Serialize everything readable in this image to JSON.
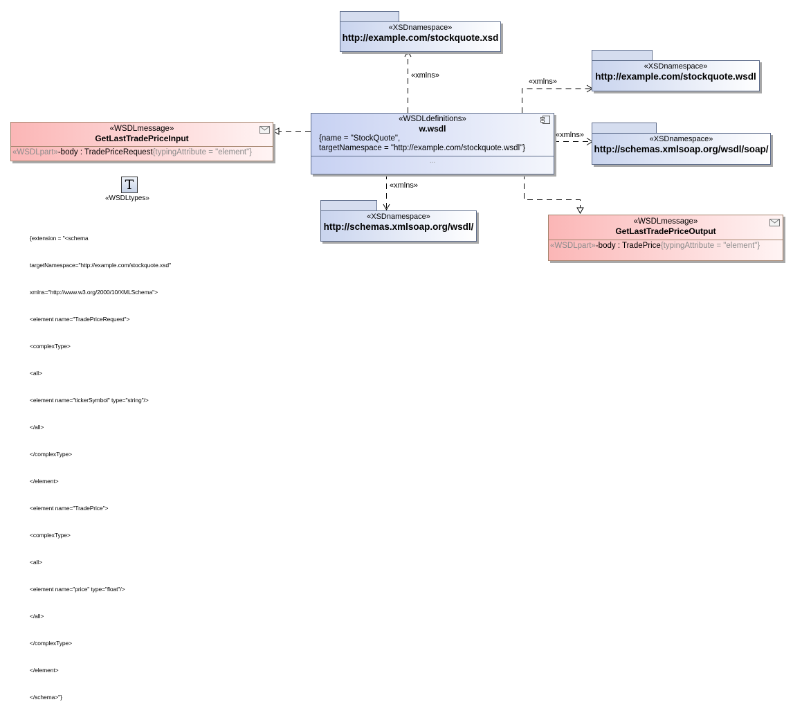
{
  "diagram": {
    "definitions": {
      "stereotype": "«WSDLdefinitions»",
      "name": "w.wsdl",
      "properties": [
        "{name = \"StockQuote\",",
        "targetNamespace = \"http://example.com/stockquote.wsdl\"}"
      ],
      "compartment_placeholder": "...",
      "icon": "component-icon"
    },
    "namespaces": [
      {
        "stereotype": "«XSDnamespace»",
        "name": "http://example.com/stockquote.xsd"
      },
      {
        "stereotype": "«XSDnamespace»",
        "name": "http://example.com/stockquote.wsdl"
      },
      {
        "stereotype": "«XSDnamespace»",
        "name": "http://schemas.xmlsoap.org/wsdl/soap/"
      },
      {
        "stereotype": "«XSDnamespace»",
        "name": "http://schemas.xmlsoap.org/wsdl/"
      }
    ],
    "messages": [
      {
        "stereotype": "«WSDLmessage»",
        "name": "GetLastTradePriceInput",
        "part_stereotype": "«WSDLpart»",
        "part_name": "-body",
        "part_type": " : TradePriceRequest",
        "part_constraint": "{typingAttribute = \"element\"}",
        "icon": "envelope-icon"
      },
      {
        "stereotype": "«WSDLmessage»",
        "name": "GetLastTradePriceOutput",
        "part_stereotype": "«WSDLpart»",
        "part_name": "-body",
        "part_type": " : TradePrice",
        "part_constraint": "{typingAttribute = \"element\"}",
        "icon": "envelope-icon"
      }
    ],
    "relations": [
      {
        "label": "«xmlns»",
        "from": "w.wsdl",
        "to": "http://example.com/stockquote.xsd"
      },
      {
        "label": "«xmlns»",
        "from": "w.wsdl",
        "to": "http://example.com/stockquote.wsdl"
      },
      {
        "label": "«xmlns»",
        "from": "w.wsdl",
        "to": "http://schemas.xmlsoap.org/wsdl/soap/"
      },
      {
        "label": "«xmlns»",
        "from": "w.wsdl",
        "to": "http://schemas.xmlsoap.org/wsdl/"
      }
    ],
    "types": {
      "stereotype": "«WSDLtypes»",
      "icon_glyph": "T",
      "extension_lines": [
        "{extension = \"<schema",
        "targetNamespace=\"http://example.com/stockquote.xsd\"",
        "xmlns=\"http://www.w3.org/2000/10/XMLSchema\">",
        "<element name=\"TradePriceRequest\">",
        "<complexType>",
        "<all>",
        "<element name=\"tickerSymbol\" type=\"string\"/>",
        "</all>",
        "</complexType>",
        "</element>",
        "<element name=\"TradePrice\">",
        "<complexType>",
        "<all>",
        "<element name=\"price\" type=\"float\"/>",
        "</all>",
        "</complexType>",
        "</element>",
        "</schema>\"}"
      ]
    }
  }
}
